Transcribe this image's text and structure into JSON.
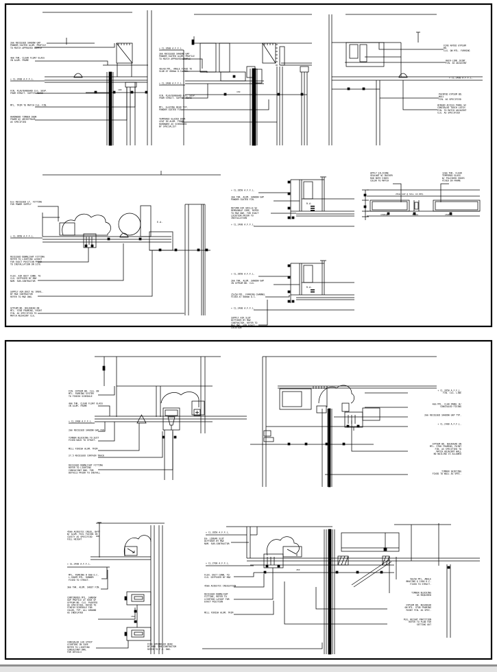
{
  "sheets": {
    "count": 2,
    "border_color": "#000000",
    "background": "#ffffff"
  },
  "ann": {
    "d1": {
      "l1": "2mm RECESSED SHADOW GAP\nPOWDER COATED ALUM. PROFILE\nTO MATCH APPROVED SAMPLE",
      "l2": "4mm THK. CLEAR FLOAT GLASS\nIN ALUM. FRAME",
      "l3": "+ CL.2400 A.F.F.L.",
      "l4": "FIN. PLASTERBOARD CLG. SUSP.\nFROM STRUCT. SOFFIT ABOVE",
      "l5": "MTL. TRIM TO MATCH CLG. FIN.",
      "l6": "HARDWOOD TIMBER DOOR\nFRAME W/ ARCHITRAVE\nAS SPECIFIED",
      "dim": "100"
    },
    "d2": {
      "l1": "+ CL.2600 A.F.F.L.",
      "l2": "2mm RECESSED SHADOW GAP\nPOWDER COATED ALUM. PROFILE\nTO MATCH APPROVED SAMPLE",
      "l3": "40x40 MTL. ANGLE FIXED TO\nSLAB AT 600mm O.C. MAX.",
      "l4": "+ CL.2400 A.F.F.L.",
      "l5": "FIN. PLASTERBOARD CLG. SUSP.\nFROM STRUCT. SOFFIT ABOVE",
      "l6": "MTL. GLAZING BEAD TYP.\nPOWDER COATED FIN.",
      "l7": "TEMPERED GLAZED DOOR\nLEAF IN ALUM. FRAME\nHARDWARE AS SCHEDULED\nBY SPECIALIST",
      "dim": "150"
    },
    "d3": {
      "r1": "FIRE RATED GYPSUM BD.\nCLG. ON MTL. FURRING",
      "r2": "HAIR-LINE JOINT\nFIN. AS ADJACENT",
      "r3": "+ CL.2400 A.F.F.L.",
      "r4": "PAINTED GYPSUM BD. WALL\nFIN. AS SPECIFIED",
      "r5": "HINGED ACCESS PANEL W/\nCONCEALED TOUCH LATCH\nFIN. TO MATCH ADJACENT\nCLG. AS SPECIFIED"
    },
    "d4": {
      "l1": "Exx RECESSED LT. FITTING\nFOR POWER SUPPLY",
      "l2": "+ CL.2850 A.F.F.L.",
      "l3": "RECESSED DOWNLIGHT FITTING\nREFER TO LIGHTING LAYOUT\nFOR EXACT POSITION PRIOR\nTO INSTALLATION ON SITE",
      "l4": "FLEX. AIR DUCT CONN. TO\nCLG. DIFFUSER BY M&E\nNOM. SUB-CONTRACTOR",
      "l5": "SUPPLY AIR DUCT W/ INSUL.\nBY M&E CONTRACTOR\nREFER TO M&E DWG.",
      "l6": "GYPSUM BD. BULKHEAD ON\nMTL. STUD FRAMING, PAINT\nFIN. AS SPECIFIED TO\nMATCH ADJACENT CLG.",
      "ea": "E.A."
    },
    "d5": {
      "l1": "+ CL.2850 A.F.F.L.",
      "l2": "2mm THK. ALUM. SHADOW GAP\nPOWDER COATED FIN.",
      "l3": "RETURN AIR GRILLE W/\nREMOVABLE CORE, REFER\nTO M&E DWG. FOR EXACT\nLOCATION PRIOR TO\nINSTALLATION",
      "l4": "+ CL.2400 A.F.F.L.",
      "ra": "R.A."
    },
    "d6": {
      "l1": "+ CL.2850 A.F.F.L.",
      "l2": "2mm THK. ALUM. SHADOW GAP\nIN GYPSUM BD. CLG.",
      "l3": "25x50 MTL. FURRING CHANNEL\nFIXED AT 600mm O.C.",
      "l4": "+ CL.2400 A.F.F.L.",
      "l5": "SUPPLY AIR SLOT\nDIFFUSER BY M&E\nCONTRACTOR, REFER TO\nM&E DWG. FOR EXACT\nLOCATION",
      "ra": "R.A."
    },
    "d7": {
      "t1": "APPLY SILICONE\nSEALANT W/ BACKER\nROD BOTH SIDES\nCOLOR TO MATCH",
      "t2": "12mm THK. CLEAR\nTEMPERED GLASS\nW/ POLISHED EDGES\nFIXED IN FRAME",
      "bar": "25mm GAP @ SILL AS REQ.",
      "dim1": "1500mm",
      "dim2": "700mm",
      "dim3": "1500mm"
    },
    "d8": {
      "l1": "FIN. GYPSUM BD. CLG. ON\nMTL. FURRING SYSTEM\nTO FINISH SCHEDULE",
      "l2": "4mm THK. CLEAR FLOAT GLASS\nIN ALUM. FRAME",
      "l3": "+ CL.2400 A.F.F.L.",
      "l4": "2mm RECESSED SHADOW GAP TYP.",
      "l5": "TIMBER BLOCKING TO SUIT\nFIXED BACK TO STRUCT.",
      "l6": "MILL FINISH ALUM. TRIM",
      "l7": "27.5 RECESSED CURTAIN TRACK",
      "l8": "RECESSED DOWNLIGHT FITTING\nREFER TO LIGHTING\nCONSULTANT DWG. FOR\nDETAILS PRIOR TO INSTALL"
    },
    "d9": {
      "r1": "+ CL.2850 A.F.F.L.\nFIN. CLG. LINE",
      "r2": "4mm MTL. CLAD PANEL W/\nCONCEALED FIXING",
      "r3": "2mm RECESSED SHADOW GAP TYP.",
      "r4": "+ CL.2400 A.F.F.L.",
      "r5": "GYPSUM BD. BULKHEAD ON\nMTL. STUD FRAMING, PAINT\nFIN. AS SPECIFIED TO\nMATCH ADJACENT WALL\nNO NAILING IS ALLOWED",
      "r6": "TIMBER SKIRTING\nFIXED TO WALL AS SPEC."
    },
    "d10": {
      "l1": "45mm ACOUSTIC INSUL. BATT\nW/ ALUM. FOIL FACING IN\nCAVITY AS SPECIFIED\nFULL HEIGHT",
      "l2": "+ SL.2400 A.F.F.L.",
      "l3": "MTL. FURRING @ 600 O.C.\nL-SHAPE MTL. RUNNER\nFIXED TO STRUCT.",
      "l4": "3mm THK. ALUM. SHEET FIN.",
      "l5": "CONTINUOUS MTL. SHADOW\nGAP PROFILE AT EDGE OF\nGYPSUM BD. CLG. PAINTED\nAS SPECIFIED, REFER TO\nFINISH SCHEDULE FOR\nCOLOR, TYP. ALL AROUND\nAS INDICATED",
      "l6": "CONCEALED LED STRIP\nLIGHTING IN COVE\nREFER TO LIGHTING\nCONSULTANT DWG.\nFOR DETAILS",
      "dim": "150"
    },
    "d11": {
      "l1": "+ CL.2850 A.F.F.L.",
      "l2": "EA- LINEAR SLOT\nDIFFUSER BY M&E\nNOM. SUB-CONTRACTOR",
      "l3": "+ CL.2700 A.F.F.L.",
      "l4": "FLEX. DUCT CONN. TO\nCLG. DIFFUSER BY M&E",
      "l5": "45mm ACOUSTIC INSULATION",
      "l6": "RECESSED DOWNLIGHT\nFITTING, REFER TO\nLIGHTING LAYOUT FOR\nEXACT POSITION",
      "l7": "MILL FINISH ALUM. TRIM",
      "bc": "FIRE SPRINKLER HEAD\nBY NOM. SUB-CONTRACTOR\nREFER TO F.S. DWG.",
      "r1": "50x50 MTL. ANGLE\nBRACING @ 1200 O.C.\nFIXED TO STRUCT.",
      "r2": "TIMBER BLOCKING\nAS REQUIRED",
      "r3": "GYPSUM BD. BULKHEAD\nON MTL. STUD FRAMING\nPAINT FIN. AS SPEC.",
      "r4": "FULL HEIGHT PARTITION\nREFER TO PLAN FOR\nSETTING OUT",
      "dim": "450"
    }
  }
}
